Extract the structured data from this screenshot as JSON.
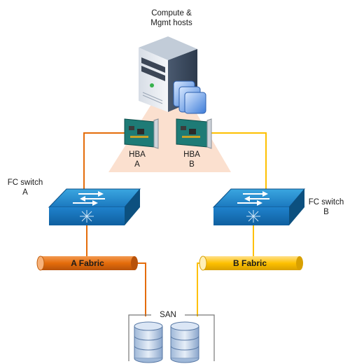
{
  "hosts": {
    "label": "Compute &\nMgmt hosts"
  },
  "hba_a": {
    "label": "HBA\nA"
  },
  "hba_b": {
    "label": "HBA\nB"
  },
  "switch_a": {
    "label": "FC switch\nA"
  },
  "switch_b": {
    "label": "FC switch\nB"
  },
  "fabric_a": {
    "label": "A Fabric",
    "color": "#e46c0a"
  },
  "fabric_b": {
    "label": "B Fabric",
    "color": "#fec000"
  },
  "san": {
    "label": "SAN"
  }
}
